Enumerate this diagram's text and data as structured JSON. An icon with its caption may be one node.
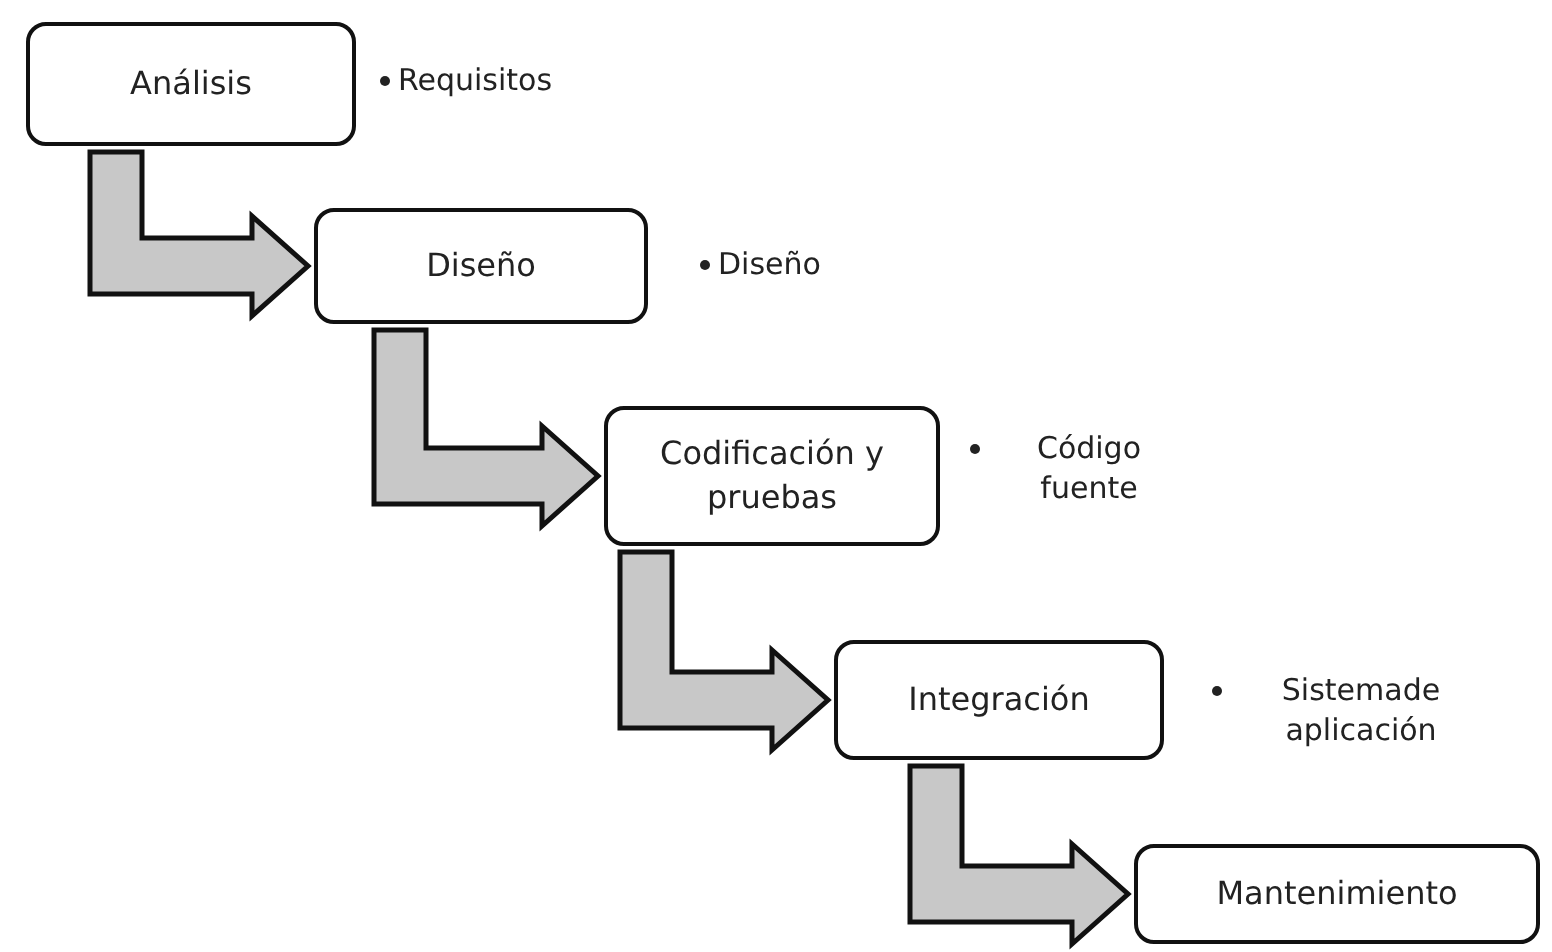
{
  "diagram": {
    "nodes": [
      {
        "text": [
          "Análisis"
        ],
        "beside": [
          "Requisitos"
        ]
      },
      {
        "text": [
          "Diseño"
        ],
        "beside": [
          "Diseño"
        ]
      },
      {
        "text": [
          "Codificación y pruebas"
        ],
        "beside": [
          "Código fuente"
        ]
      },
      {
        "text": [
          "Integración"
        ],
        "beside": [
          "Sistemade aplicación"
        ]
      },
      {
        "text": [
          "Mantenimiento"
        ]
      }
    ],
    "edges": [
      {
        "from": 0,
        "to": 1,
        "arrow": "to"
      },
      {
        "from": 1,
        "to": 2,
        "arrow": "to"
      },
      {
        "from": 2,
        "to": 3,
        "arrow": "to"
      },
      {
        "from": 3,
        "to": 4,
        "arrow": "to"
      }
    ]
  }
}
